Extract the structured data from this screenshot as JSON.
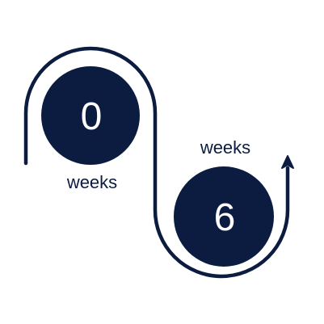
{
  "milestones": [
    {
      "number": "0",
      "label": "weeks"
    },
    {
      "number": "6",
      "label": "weeks"
    }
  ],
  "colors": {
    "primary": "#0c1c40",
    "background": "#ffffff",
    "number_text": "#ffffff"
  },
  "icons": {
    "arrow": "arrow-up-icon"
  }
}
